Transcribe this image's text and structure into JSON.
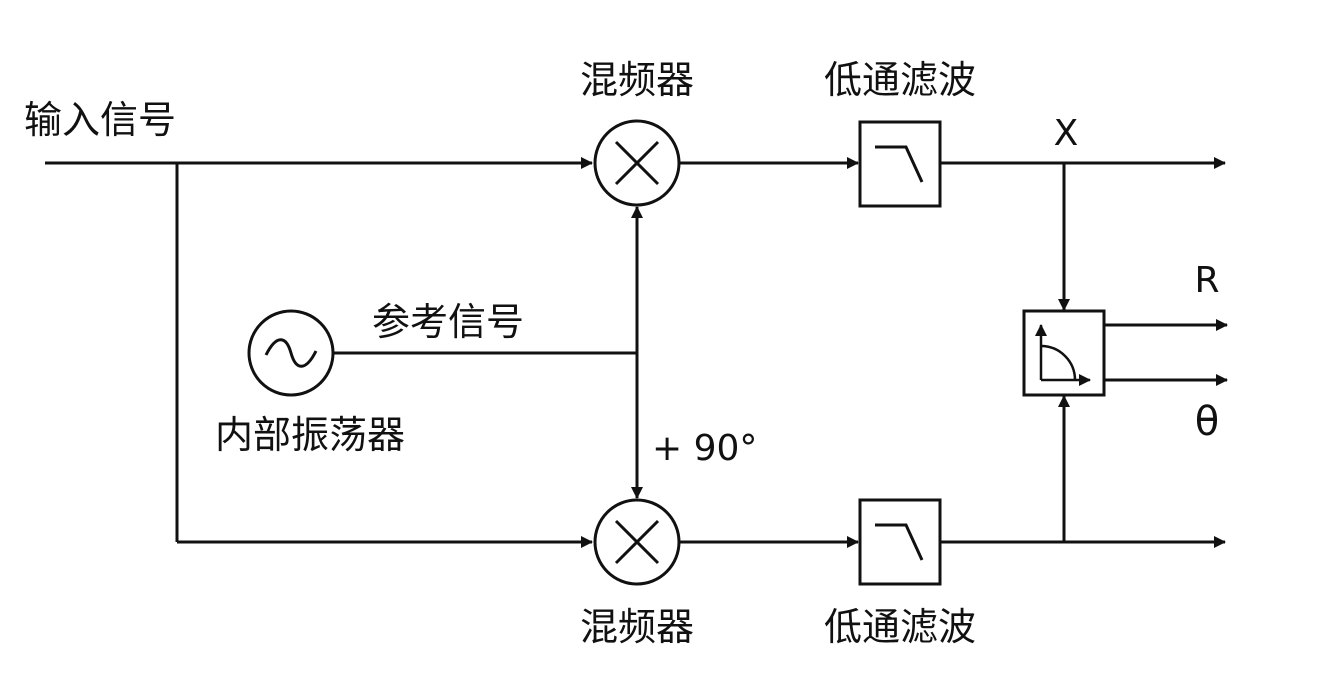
{
  "labels": {
    "input_signal": "输入信号",
    "mixer_top": "混频器",
    "lpf_top": "低通滤波",
    "x_output": "X",
    "reference_signal": "参考信号",
    "internal_oscillator": "内部振荡器",
    "phase_shift": "+ 90°",
    "r_output": "R",
    "theta_output": "θ",
    "mixer_bottom": "混频器",
    "lpf_bottom": "低通滤波"
  },
  "colors": {
    "line": "#111111",
    "background": "#ffffff"
  },
  "icons": {
    "mixer": "multiply-circle-icon",
    "lowpass": "lowpass-filter-icon",
    "oscillator": "sine-wave-icon",
    "polar": "polar-converter-icon"
  }
}
